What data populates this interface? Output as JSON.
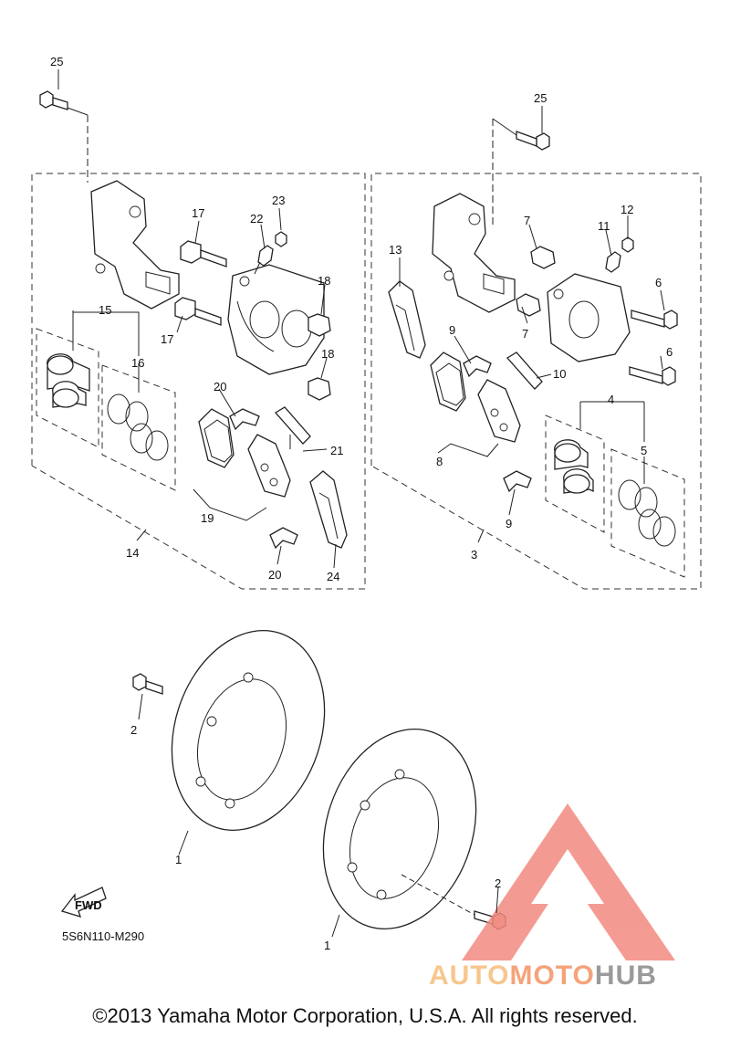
{
  "diagram": {
    "callouts": [
      "1",
      "1",
      "2",
      "2",
      "3",
      "4",
      "5",
      "6",
      "6",
      "7",
      "7",
      "8",
      "9",
      "9",
      "10",
      "11",
      "12",
      "13",
      "14",
      "15",
      "16",
      "17",
      "17",
      "18",
      "18",
      "19",
      "20",
      "20",
      "21",
      "22",
      "23",
      "24",
      "25",
      "25"
    ],
    "fwd_label": "FWD",
    "part_code": "5S6N110-M290",
    "copyright": "©2013 Yamaha Motor Corporation, U.S.A. All rights reserved.",
    "watermark": {
      "part1": "AUTO",
      "part2": "MOTO",
      "part3": "HUB"
    }
  },
  "colors": {
    "watermark_red": "#f28a80",
    "watermark_orange": "#f7c68e",
    "watermark_gray": "#9a9a9a"
  }
}
